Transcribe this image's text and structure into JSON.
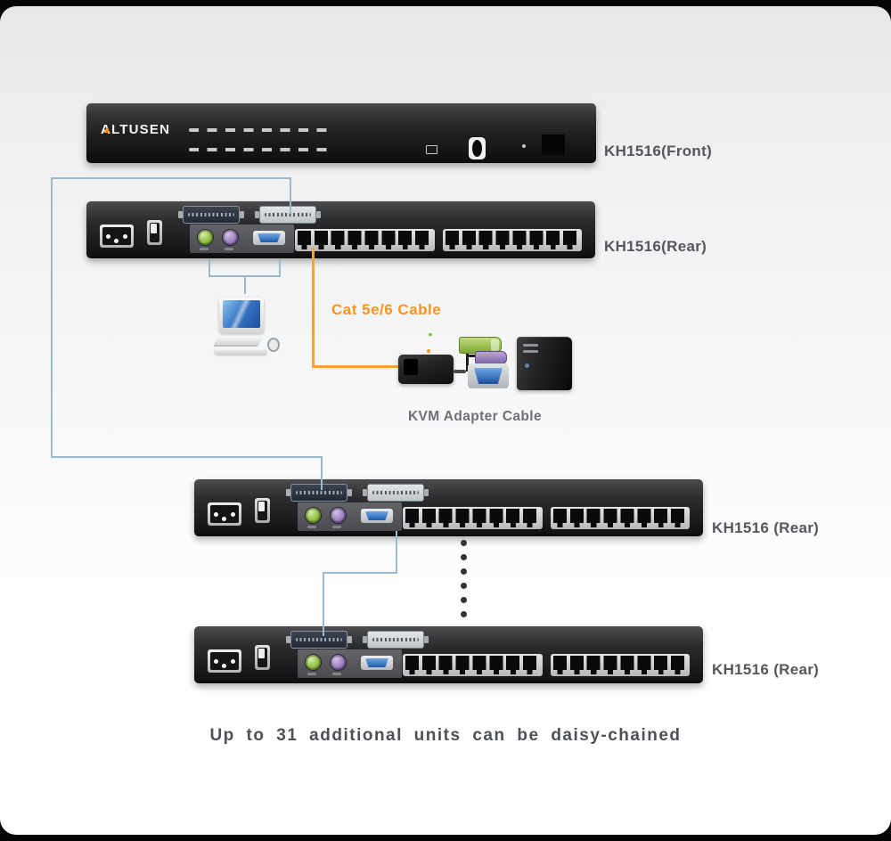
{
  "diagram": {
    "logo_text": "ALTUSEN",
    "caption": "Up to 31 additional units can be daisy-chained",
    "cable_label": "Cat 5e/6 Cable",
    "adapter_label": "KVM Adapter Cable",
    "units": [
      {
        "view": "front",
        "label": "KH1516(Front)"
      },
      {
        "view": "rear",
        "label": "KH1516(Rear)"
      },
      {
        "view": "rear",
        "label": "KH1516 (Rear)"
      },
      {
        "view": "rear",
        "label": "KH1516 (Rear)"
      }
    ],
    "colors": {
      "cat5_cable": "#F5A23C",
      "cat5_label_text": "#F7941E",
      "daisy_chain_cable": "#9CB9CE",
      "ps2_keyboard_green": "#8FBE3F",
      "ps2_mouse_purple": "#9B7FC0",
      "vga_blue": "#2E7CC3",
      "label_text": "#55575C"
    }
  }
}
